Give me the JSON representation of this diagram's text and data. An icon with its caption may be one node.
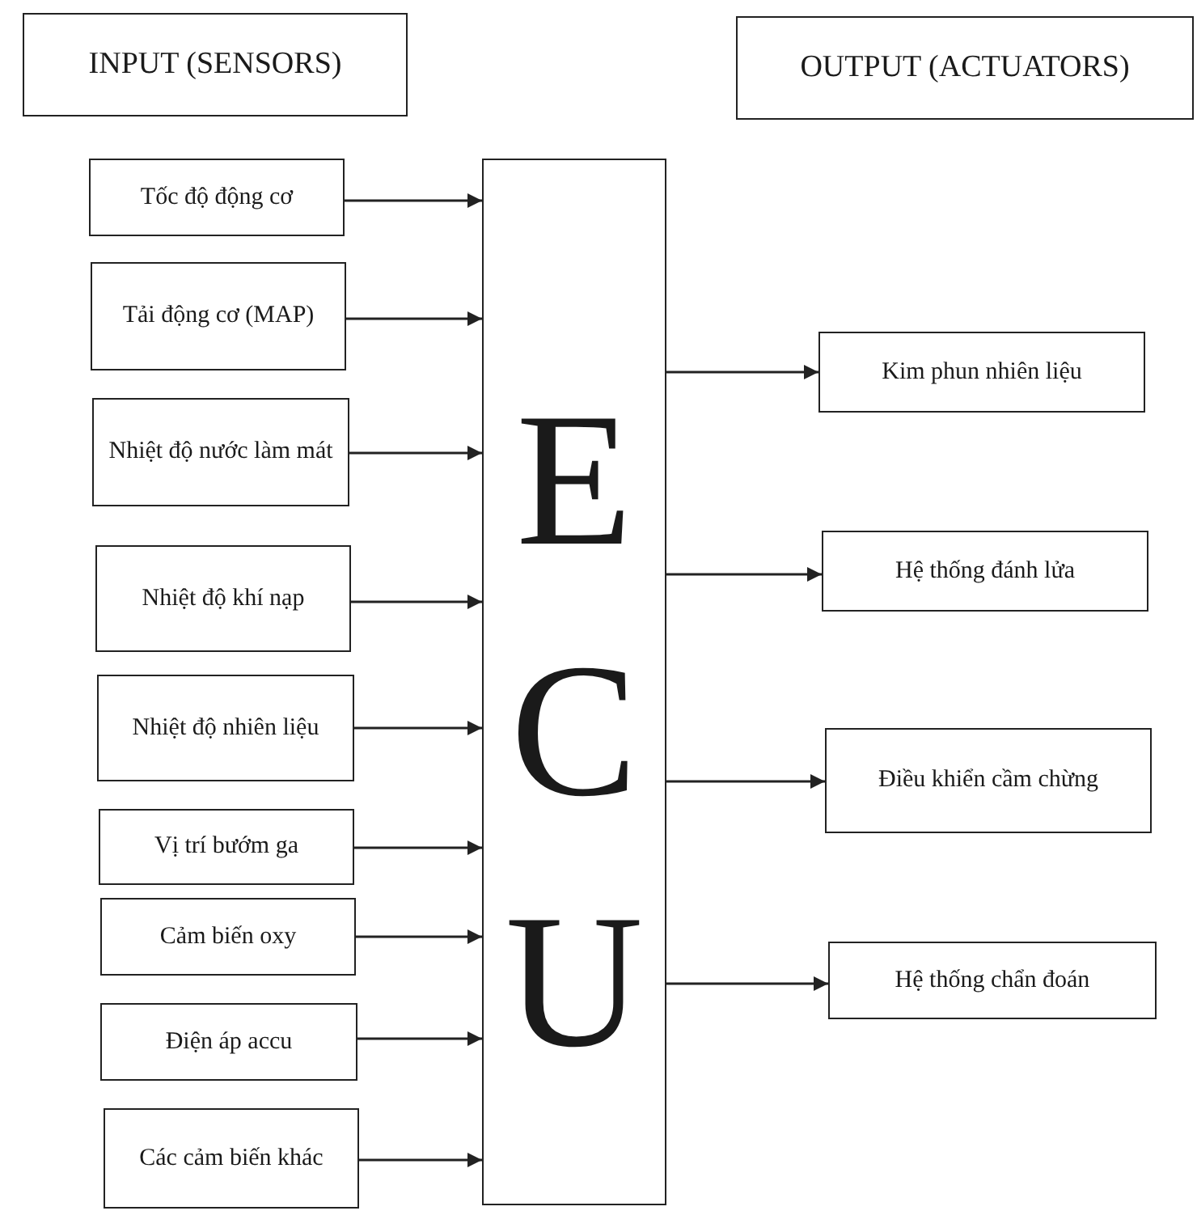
{
  "diagram": {
    "nodes": [
      {
        "text": [
          "INPUT (SENSORS)"
        ]
      },
      {
        "text": [
          "OUTPUT (ACTUATORS)"
        ]
      },
      {
        "text": [
          "Tốc độ động cơ"
        ]
      },
      {
        "text": [
          "Tải động cơ (MAP)"
        ]
      },
      {
        "text": [
          "Nhiệt độ nước làm mát"
        ]
      },
      {
        "text": [
          "Nhiệt độ khí nạp"
        ]
      },
      {
        "text": [
          "Nhiệt độ nhiên liệu"
        ]
      },
      {
        "text": [
          "Vị trí bướm ga"
        ]
      },
      {
        "text": [
          "Cảm biến oxy"
        ]
      },
      {
        "text": [
          "Điện áp accu"
        ]
      },
      {
        "text": [
          "Các cảm biến khác"
        ]
      },
      {
        "text": [
          "E",
          "C",
          "U"
        ]
      },
      {
        "text": [
          "Kim phun nhiên liệu"
        ]
      },
      {
        "text": [
          "Hệ thống đánh lửa"
        ]
      },
      {
        "text": [
          "Điều khiển cầm chừng"
        ]
      },
      {
        "text": [
          "Hệ thống chẩn đoán"
        ]
      }
    ],
    "edges": [
      {
        "from": 2,
        "to": 11,
        "arrow": "to"
      },
      {
        "from": 3,
        "to": 11,
        "arrow": "to"
      },
      {
        "from": 4,
        "to": 11,
        "arrow": "to"
      },
      {
        "from": 5,
        "to": 11,
        "arrow": "to"
      },
      {
        "from": 6,
        "to": 11,
        "arrow": "to"
      },
      {
        "from": 7,
        "to": 11,
        "arrow": "to"
      },
      {
        "from": 8,
        "to": 11,
        "arrow": "to"
      },
      {
        "from": 9,
        "to": 11,
        "arrow": "to"
      },
      {
        "from": 10,
        "to": 11,
        "arrow": "to"
      },
      {
        "from": 11,
        "to": 12,
        "arrow": "to"
      },
      {
        "from": 11,
        "to": 13,
        "arrow": "to"
      },
      {
        "from": 11,
        "to": 14,
        "arrow": "to"
      },
      {
        "from": 11,
        "to": 15,
        "arrow": "to"
      }
    ]
  }
}
